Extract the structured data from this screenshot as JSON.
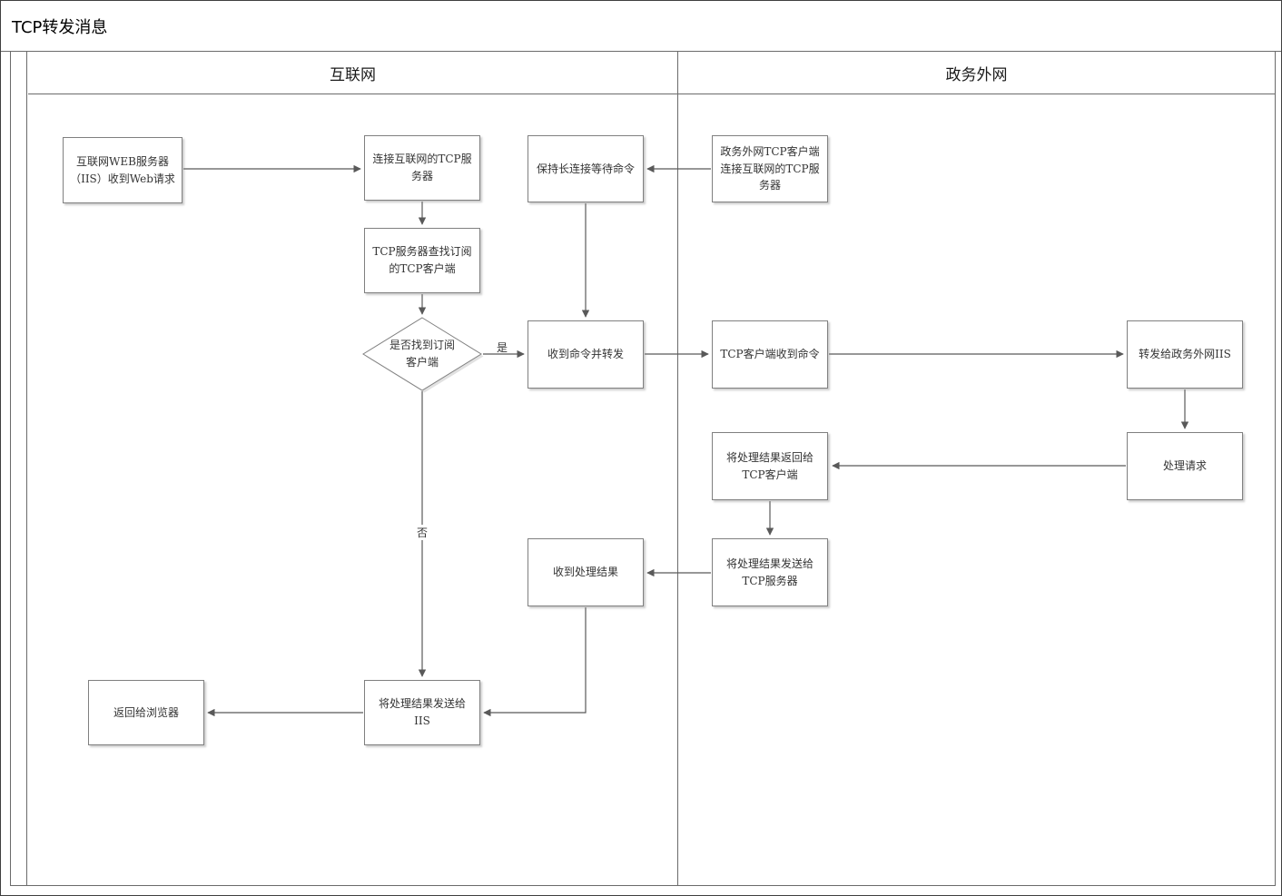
{
  "title": "TCP转发消息",
  "lanes": [
    {
      "label": "互联网"
    },
    {
      "label": "政务外网"
    }
  ],
  "nodes": [
    {
      "id": "iis-web-request",
      "type": "process",
      "lane": "互联网",
      "label": "互联网WEB服务器（IIS）收到Web请求"
    },
    {
      "id": "connect-internet-tcp-server",
      "type": "process",
      "lane": "互联网",
      "label": "连接互联网的TCP服务器"
    },
    {
      "id": "tcp-server-find-subscriber",
      "type": "process",
      "lane": "互联网",
      "label": "TCP服务器查找订阅的TCP客户端"
    },
    {
      "id": "found-subscriber-decision",
      "type": "decision",
      "lane": "互联网",
      "label": "是否找到订阅客户端"
    },
    {
      "id": "receive-command-forward",
      "type": "process",
      "lane": "互联网",
      "label": "收到命令并转发"
    },
    {
      "id": "keep-long-connection",
      "type": "process",
      "lane": "互联网",
      "label": "保持长连接等待命令"
    },
    {
      "id": "receive-process-result",
      "type": "process",
      "lane": "互联网",
      "label": "收到处理结果"
    },
    {
      "id": "send-result-to-iis",
      "type": "process",
      "lane": "互联网",
      "label": "将处理结果发送给IIS"
    },
    {
      "id": "return-to-browser",
      "type": "process",
      "lane": "互联网",
      "label": "返回给浏览器"
    },
    {
      "id": "ext-tcp-client-connect",
      "type": "process",
      "lane": "政务外网",
      "label": "政务外网TCP客户端连接互联网的TCP服务器"
    },
    {
      "id": "tcp-client-receive-command",
      "type": "process",
      "lane": "政务外网",
      "label": "TCP客户端收到命令"
    },
    {
      "id": "forward-to-ext-iis",
      "type": "process",
      "lane": "政务外网",
      "label": "转发给政务外网IIS"
    },
    {
      "id": "process-request",
      "type": "process",
      "lane": "政务外网",
      "label": "处理请求"
    },
    {
      "id": "return-result-to-tcp-client",
      "type": "process",
      "lane": "政务外网",
      "label": "将处理结果返回给TCP客户端"
    },
    {
      "id": "send-result-to-tcp-server",
      "type": "process",
      "lane": "政务外网",
      "label": "将处理结果发送给TCP服务器"
    }
  ],
  "edges": [
    {
      "from": "iis-web-request",
      "to": "connect-internet-tcp-server",
      "label": ""
    },
    {
      "from": "connect-internet-tcp-server",
      "to": "tcp-server-find-subscriber",
      "label": ""
    },
    {
      "from": "tcp-server-find-subscriber",
      "to": "found-subscriber-decision",
      "label": ""
    },
    {
      "from": "found-subscriber-decision",
      "to": "receive-command-forward",
      "label": "是"
    },
    {
      "from": "keep-long-connection",
      "to": "receive-command-forward",
      "label": ""
    },
    {
      "from": "ext-tcp-client-connect",
      "to": "keep-long-connection",
      "label": ""
    },
    {
      "from": "receive-command-forward",
      "to": "tcp-client-receive-command",
      "label": ""
    },
    {
      "from": "tcp-client-receive-command",
      "to": "forward-to-ext-iis",
      "label": ""
    },
    {
      "from": "forward-to-ext-iis",
      "to": "process-request",
      "label": ""
    },
    {
      "from": "process-request",
      "to": "return-result-to-tcp-client",
      "label": ""
    },
    {
      "from": "return-result-to-tcp-client",
      "to": "send-result-to-tcp-server",
      "label": ""
    },
    {
      "from": "send-result-to-tcp-server",
      "to": "receive-process-result",
      "label": ""
    },
    {
      "from": "receive-process-result",
      "to": "send-result-to-iis",
      "label": ""
    },
    {
      "from": "found-subscriber-decision",
      "to": "send-result-to-iis",
      "label": "否"
    },
    {
      "from": "send-result-to-iis",
      "to": "return-to-browser",
      "label": ""
    }
  ],
  "colors": {
    "line": "#595959",
    "node_border": "#808080",
    "frame": "#6b6b6b",
    "text": "#333333",
    "background": "#ffffff"
  }
}
